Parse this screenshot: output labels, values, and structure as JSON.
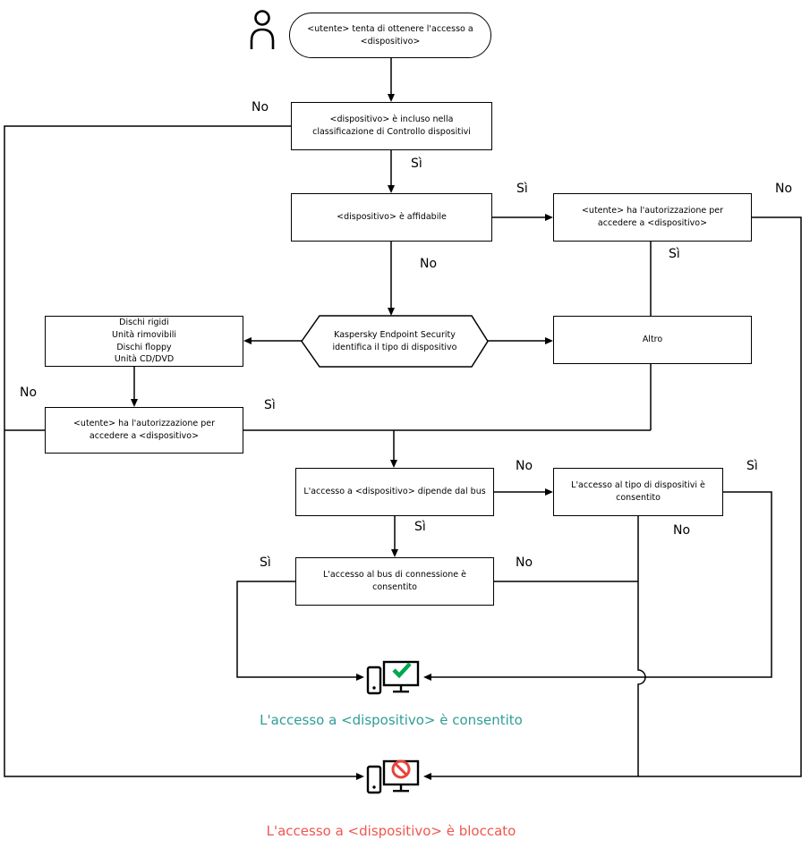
{
  "edge_labels": {
    "yes": "Sì",
    "no": "No"
  },
  "nodes": {
    "start": {
      "label": "<utente> tenta di ottenere l'accesso a <dispositivo>"
    },
    "classification": {
      "label": "<dispositivo> è incluso nella classificazione di Controllo dispositivi"
    },
    "trusted": {
      "label": "<dispositivo> è affidabile"
    },
    "user_auth_trusted": {
      "label": "<utente> ha l'autorizzazione per accedere a <dispositivo>"
    },
    "identify_type": {
      "label": "Kaspersky Endpoint Security identifica il tipo di dispositivo"
    },
    "disk_types": {
      "lines": [
        "Dischi rigidi",
        "Unità rimovibili",
        "Dischi floppy",
        "Unità CD/DVD"
      ]
    },
    "other": {
      "label": "Altro"
    },
    "user_auth_device": {
      "label": "<utente> ha l'autorizzazione per accedere a <dispositivo>"
    },
    "depends_on_bus": {
      "label": "L'accesso a <dispositivo> dipende dal bus"
    },
    "type_access_allowed": {
      "label": "L'accesso al tipo di dispositivi è consentito"
    },
    "bus_access_allowed": {
      "label": "L'accesso al bus di connessione è consentito"
    }
  },
  "outcomes": {
    "allowed": {
      "caption": "L'accesso a <dispositivo> è consentito",
      "caption_color": "#2f9e94",
      "icon_color": "#00a651",
      "icon_name": "device-access-allowed-icon"
    },
    "blocked": {
      "caption": "L'accesso a <dispositivo> è bloccato",
      "caption_color": "#f0564e",
      "icon_color": "#e8433c",
      "icon_name": "device-access-blocked-icon"
    }
  },
  "icons": {
    "actor": "user-actor-icon",
    "check": "check-icon",
    "prohibition": "prohibition-icon"
  },
  "line_color": "#000000"
}
